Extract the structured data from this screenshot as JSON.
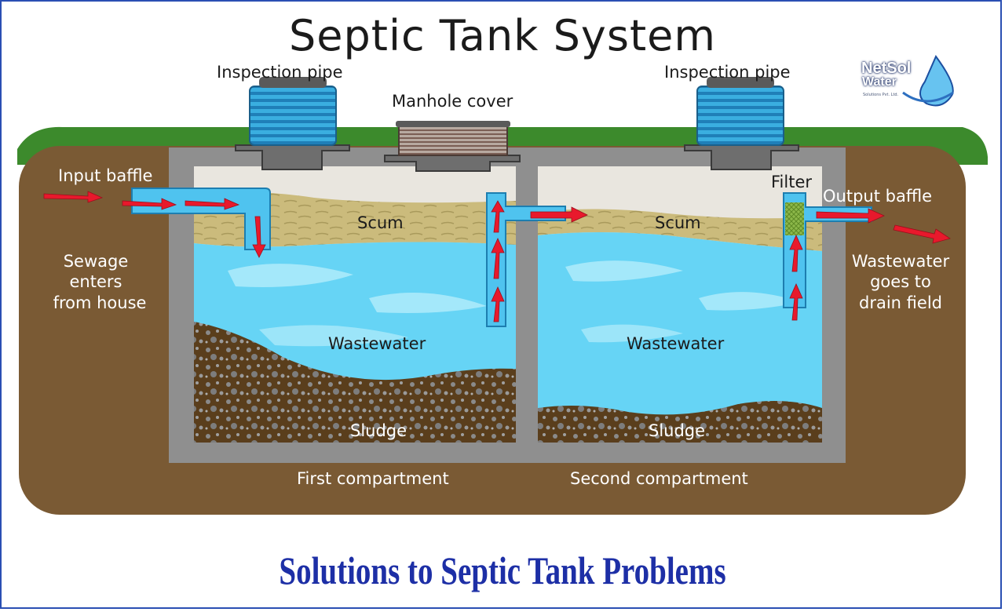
{
  "title": "Septic Tank System",
  "bottom_title": "Solutions to Septic Tank Problems",
  "logo": {
    "name_line1": "NetSol",
    "name_line2": "Water",
    "tagline": "Solutions Pvt. Ltd."
  },
  "labels": {
    "inspection_pipe_left": "Inspection pipe",
    "inspection_pipe_right": "Inspection pipe",
    "manhole_cover": "Manhole cover",
    "input_baffle": "Input baffle",
    "sewage_line1": "Sewage",
    "sewage_line2": "enters",
    "sewage_line3": "from house",
    "scum_left": "Scum",
    "scum_right": "Scum",
    "wastewater_left": "Wastewater",
    "wastewater_right": "Wastewater",
    "sludge_left": "Sludge",
    "sludge_right": "Sludge",
    "filter": "Filter",
    "output_baffle": "Output baffle",
    "drain_line1": "Wastewater",
    "drain_line2": "goes to",
    "drain_line3": "drain field",
    "first_compartment": "First compartment",
    "second_compartment": "Second compartment"
  },
  "colors": {
    "soil": "#7a5a34",
    "grass": "#3c8a2c",
    "concrete": "#8f8f8f",
    "water": "#66d4f5",
    "scum": "#c8b87a",
    "sludge": "#5a3e1c",
    "pipe": "#4fc3ef",
    "arrow": "#e8192c",
    "bottom_title": "#1d2fa6"
  }
}
